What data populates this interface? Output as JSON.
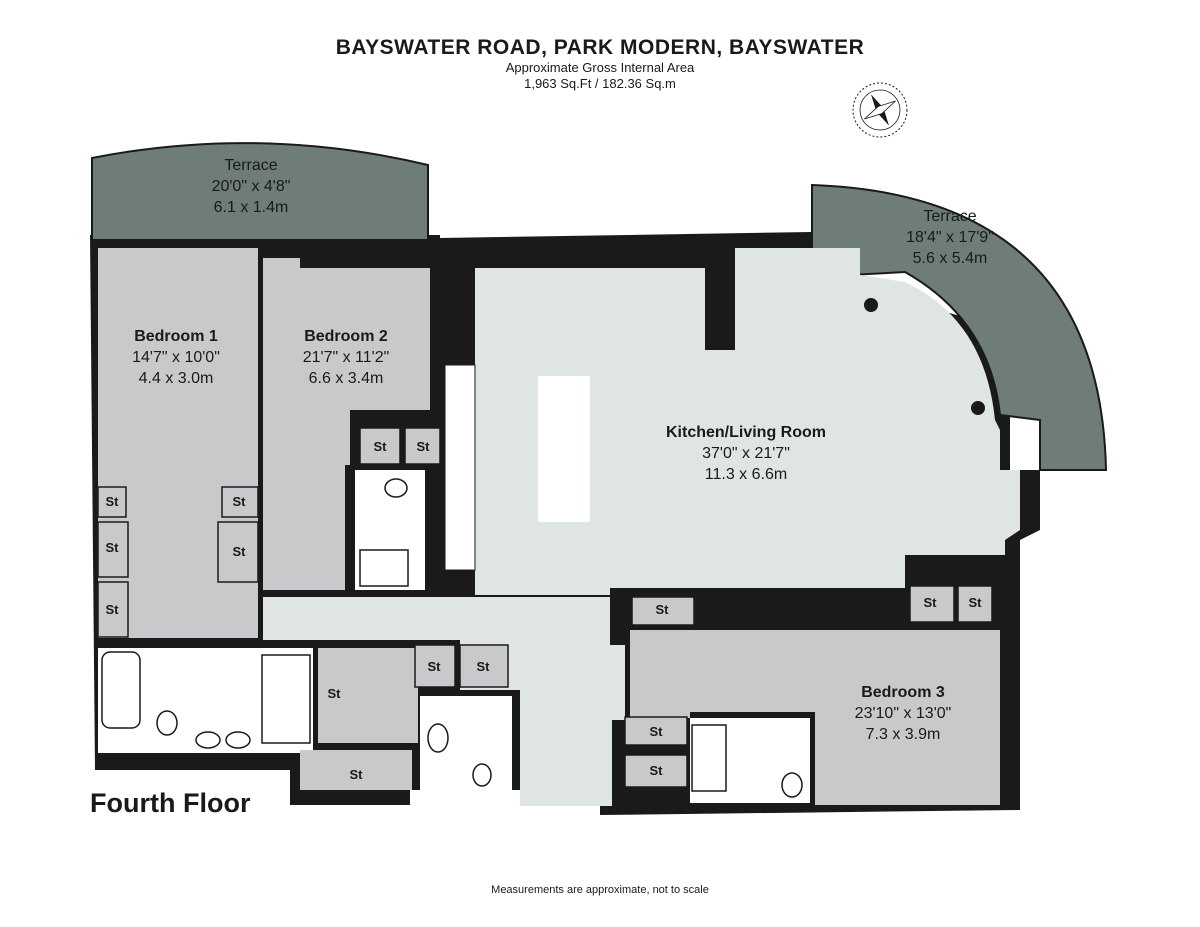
{
  "header": {
    "title": "BAYSWATER ROAD, PARK MODERN, BAYSWATER",
    "area_label": "Approximate Gross Internal Area",
    "area_value": "1,963 Sq.Ft / 182.36 Sq.m"
  },
  "floor_name": "Fourth Floor",
  "footnote": "Measurements are approximate, not to scale",
  "colors": {
    "wall": "#1a1a1a",
    "room": "#c9c9cb",
    "living": "#dfe4e5",
    "terrace": "#6f7d78",
    "white": "#ffffff"
  },
  "rooms": {
    "terrace_left": {
      "name": "Terrace",
      "imperial": "20'0\" x 4'8\"",
      "metric": "6.1 x 1.4m"
    },
    "terrace_right": {
      "name": "Terrace",
      "imperial": "18'4\" x 17'9\"",
      "metric": "5.6 x 5.4m"
    },
    "bedroom1": {
      "name": "Bedroom 1",
      "imperial": "14'7\" x 10'0\"",
      "metric": "4.4 x 3.0m"
    },
    "bedroom2": {
      "name": "Bedroom 2",
      "imperial": "21'7\" x 11'2\"",
      "metric": "6.6 x 3.4m"
    },
    "kitchen": {
      "name": "Kitchen/Living Room",
      "imperial": "37'0\" x 21'7\"",
      "metric": "11.3 x 6.6m"
    },
    "bedroom3": {
      "name": "Bedroom 3",
      "imperial": "23'10\" x 13'0\"",
      "metric": "7.3 x 3.9m"
    }
  },
  "storage_label": "St",
  "icons": {
    "compass": "compass-rose-icon"
  }
}
